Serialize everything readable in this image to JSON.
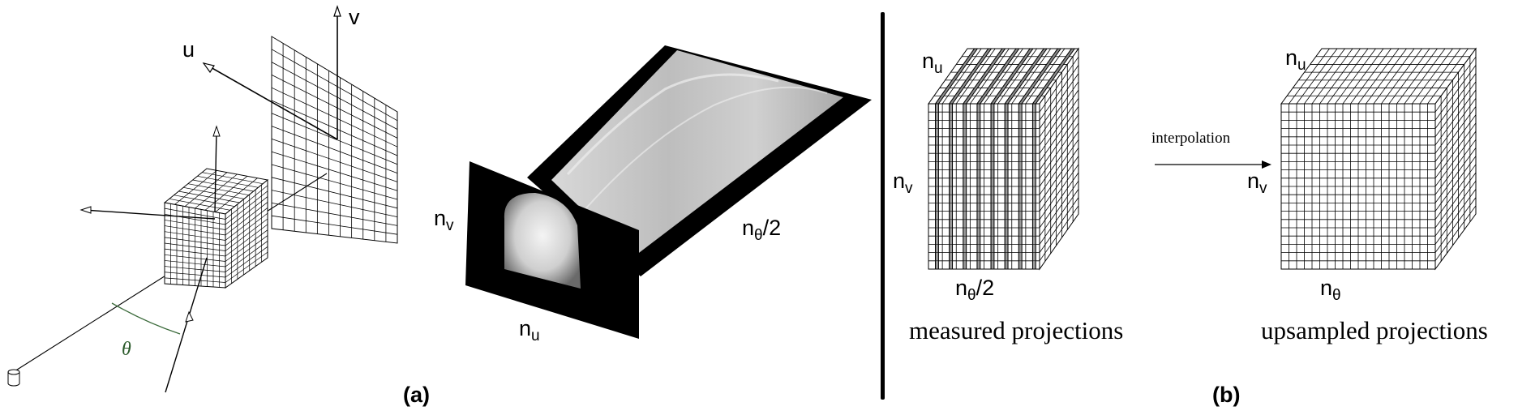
{
  "panel_a": {
    "geometry_labels": {
      "u": "u",
      "v": "v",
      "theta": "θ"
    },
    "sinogram_labels": {
      "nv": {
        "base": "n",
        "sub": "v"
      },
      "nu": {
        "base": "n",
        "sub": "u"
      },
      "ntheta_half": {
        "base": "n",
        "sub": "θ",
        "tail": "/2"
      }
    },
    "caption": "(a)"
  },
  "panel_b": {
    "measured": {
      "nu": {
        "base": "n",
        "sub": "u"
      },
      "nv": {
        "base": "n",
        "sub": "v"
      },
      "ntheta_half": {
        "base": "n",
        "sub": "θ",
        "tail": "/2"
      },
      "caption": "measured projections"
    },
    "arrow_label": "interpolation",
    "upsampled": {
      "nu": {
        "base": "n",
        "sub": "u"
      },
      "nv": {
        "base": "n",
        "sub": "v"
      },
      "ntheta": {
        "base": "n",
        "sub": "θ"
      },
      "caption": "upsampled projections"
    },
    "caption": "(b)"
  }
}
